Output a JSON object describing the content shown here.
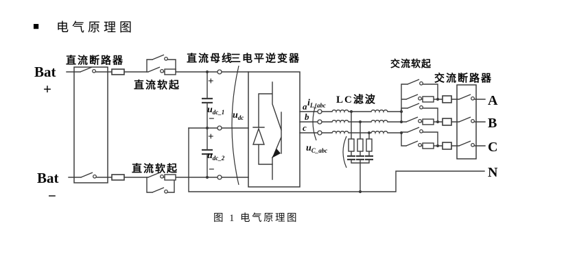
{
  "header": {
    "bullet": "■",
    "title": "电气原理图"
  },
  "caption": {
    "text": "图 1 电气原理图"
  },
  "schematic": {
    "battery": {
      "pos_label": "Bat",
      "pos_sign": "+",
      "neg_label": "Bat",
      "neg_sign": "−"
    },
    "sections": {
      "dc_breaker": "直流断路器",
      "dc_soft_start_pos": "直流软起",
      "dc_soft_start_neg": "直流软起",
      "dc_bus": "直流母线",
      "inverter": "三电平逆变器",
      "lc_filter": "LC滤波",
      "ac_soft_start": "交流软起",
      "ac_breaker": "交流断路器"
    },
    "dc_bus_marks": {
      "cap1_plus": "+",
      "cap1_minus": "−",
      "cap2_plus": "+",
      "cap2_minus": "−",
      "udc1": {
        "base": "u",
        "sub": "dc_1"
      },
      "udc2": {
        "base": "u",
        "sub": "dc_2"
      },
      "udc": {
        "base": "u",
        "sub": "dc"
      }
    },
    "signals": {
      "inductor_current": {
        "base": "i",
        "sub": "L_abc"
      },
      "capacitor_voltage": {
        "base": "u",
        "sub": "C_abc"
      }
    },
    "phase_taps": {
      "a": "a",
      "b": "b",
      "c": "c"
    },
    "terminals": {
      "phase_a": "A",
      "phase_b": "B",
      "phase_c": "C",
      "neutral": "N"
    }
  }
}
